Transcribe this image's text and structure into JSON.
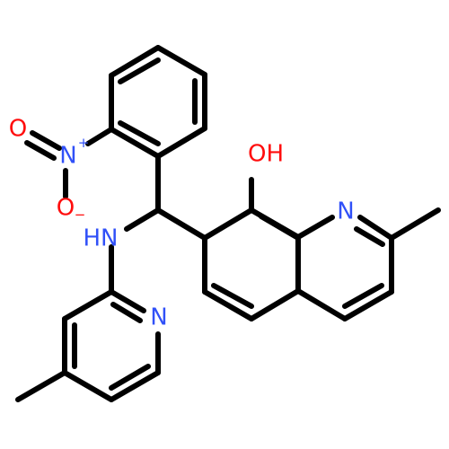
{
  "molecule": {
    "atoms": {
      "oh_label": "OH",
      "nh_label": "HN",
      "quinoline_n_label": "N",
      "pyridine_n_label": "N",
      "nitro_n_label": "N",
      "nitro_n_charge": "+",
      "nitro_o_double_label": "O",
      "nitro_o_single_label": "O",
      "nitro_o_single_charge": "−"
    },
    "colors": {
      "bond": "#000000",
      "oxygen": "#ff0d0d",
      "nitrogen": "#3050f8"
    }
  }
}
